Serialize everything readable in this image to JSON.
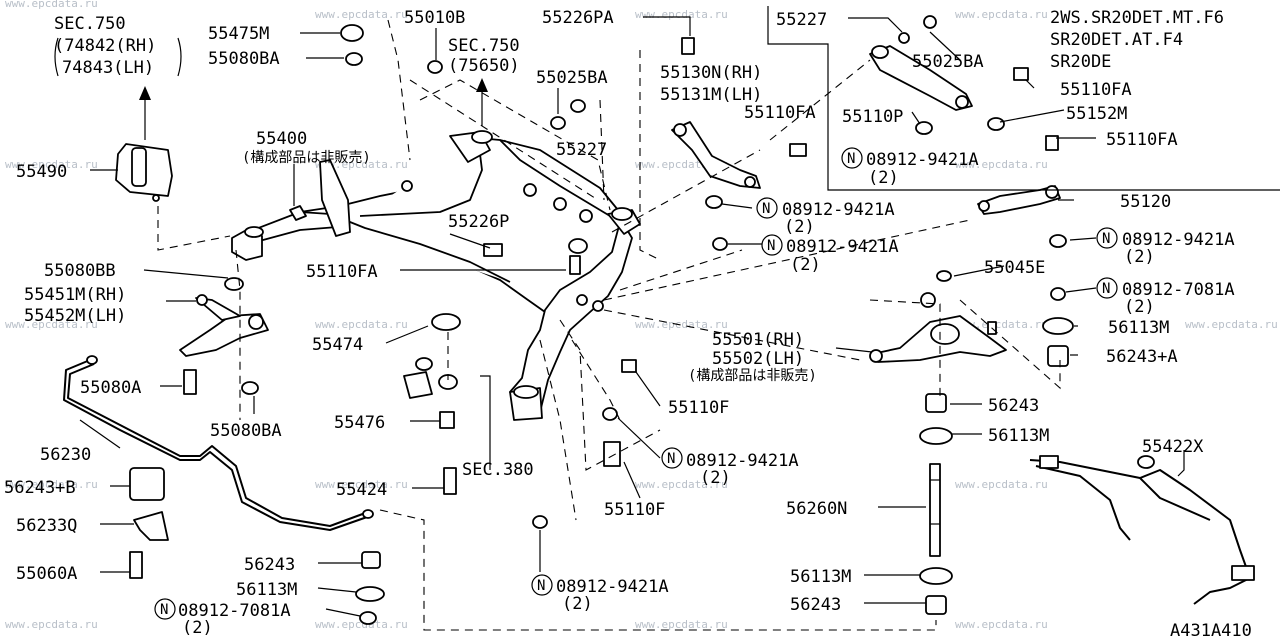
{
  "header": {
    "spec_lines": [
      "2WS.SR20DET.MT.F6",
      "SR20DET.AT.F4",
      "SR20DE"
    ],
    "figure_code": "A431A410"
  },
  "watermark": "www.epcdata.ru",
  "callouts": [
    {
      "id": "sec750a-1",
      "text": "SEC.750"
    },
    {
      "id": "sec750a-2",
      "text": "(74842(RH)"
    },
    {
      "id": "sec750a-3",
      "text": "74843(LH)"
    },
    {
      "id": "p55475M",
      "text": "55475M"
    },
    {
      "id": "p55080BA-top",
      "text": "55080BA"
    },
    {
      "id": "p55010B",
      "text": "55010B"
    },
    {
      "id": "sec750b-1",
      "text": "SEC.750"
    },
    {
      "id": "sec750b-2",
      "text": "(75650)"
    },
    {
      "id": "p55226PA",
      "text": "55226PA"
    },
    {
      "id": "p55025BA-mid",
      "text": "55025BA"
    },
    {
      "id": "p55227-mid",
      "text": "55227"
    },
    {
      "id": "p55227-top",
      "text": "55227"
    },
    {
      "id": "p55025BA-right",
      "text": "55025BA"
    },
    {
      "id": "p55130N",
      "text": "55130N(RH)"
    },
    {
      "id": "p55131M",
      "text": "55131M(LH)"
    },
    {
      "id": "p55110FA-mid",
      "text": "55110FA"
    },
    {
      "id": "p55110FA-r1",
      "text": "55110FA"
    },
    {
      "id": "p55110P",
      "text": "55110P"
    },
    {
      "id": "p55152M",
      "text": "55152M"
    },
    {
      "id": "p55110FA-r2",
      "text": "55110FA"
    },
    {
      "id": "n-r1",
      "text": "08912-9421A"
    },
    {
      "id": "n-r1-q",
      "text": "(2)"
    },
    {
      "id": "p55490",
      "text": "55490"
    },
    {
      "id": "p55400",
      "text": "55400"
    },
    {
      "id": "p55400-note",
      "text": "(構成部品は非販売)"
    },
    {
      "id": "n-c1",
      "text": "08912-9421A"
    },
    {
      "id": "n-c1-q",
      "text": "(2)"
    },
    {
      "id": "p55120",
      "text": "55120"
    },
    {
      "id": "p55226P",
      "text": "55226P"
    },
    {
      "id": "n-c2",
      "text": "08912-9421A"
    },
    {
      "id": "n-c2-q",
      "text": "(2)"
    },
    {
      "id": "n-r2",
      "text": "08912-9421A"
    },
    {
      "id": "n-r2-q",
      "text": "(2)"
    },
    {
      "id": "p55080BB",
      "text": "55080BB"
    },
    {
      "id": "p55110FA-left",
      "text": "55110FA"
    },
    {
      "id": "p55045E",
      "text": "55045E"
    },
    {
      "id": "p55451M",
      "text": "55451M(RH)"
    },
    {
      "id": "p55452M",
      "text": "55452M(LH)"
    },
    {
      "id": "n-r3",
      "text": "08912-7081A"
    },
    {
      "id": "n-r3-q",
      "text": "(2)"
    },
    {
      "id": "p55474",
      "text": "55474"
    },
    {
      "id": "p56113M-r1",
      "text": "56113M"
    },
    {
      "id": "p55501",
      "text": "55501(RH)"
    },
    {
      "id": "p55502",
      "text": "55502(LH)"
    },
    {
      "id": "p55501-note",
      "text": "(構成部品は非販売)"
    },
    {
      "id": "p56243A",
      "text": "56243+A"
    },
    {
      "id": "p55080A",
      "text": "55080A"
    },
    {
      "id": "p55110F-a",
      "text": "55110F"
    },
    {
      "id": "p56243-r",
      "text": "56243"
    },
    {
      "id": "p55080BA-left",
      "text": "55080BA"
    },
    {
      "id": "p55476",
      "text": "55476"
    },
    {
      "id": "p56113M-r2",
      "text": "56113M"
    },
    {
      "id": "p56230",
      "text": "56230"
    },
    {
      "id": "n-c3",
      "text": "08912-9421A"
    },
    {
      "id": "n-c3-q",
      "text": "(2)"
    },
    {
      "id": "p55422X",
      "text": "55422X"
    },
    {
      "id": "sec380",
      "text": "SEC.380"
    },
    {
      "id": "p56243B",
      "text": "56243+B"
    },
    {
      "id": "p55424",
      "text": "55424"
    },
    {
      "id": "p55110F-b",
      "text": "55110F"
    },
    {
      "id": "p56260N",
      "text": "56260N"
    },
    {
      "id": "p56233Q",
      "text": "56233Q"
    },
    {
      "id": "p56243-b1",
      "text": "56243"
    },
    {
      "id": "p55060A",
      "text": "55060A"
    },
    {
      "id": "p56113M-b",
      "text": "56113M"
    },
    {
      "id": "p56113M-r3",
      "text": "56113M"
    },
    {
      "id": "n-c4",
      "text": "08912-9421A"
    },
    {
      "id": "n-c4-q",
      "text": "(2)"
    },
    {
      "id": "n-b",
      "text": "08912-7081A"
    },
    {
      "id": "n-b-q",
      "text": "(2)"
    },
    {
      "id": "p56243-r2",
      "text": "56243"
    }
  ]
}
